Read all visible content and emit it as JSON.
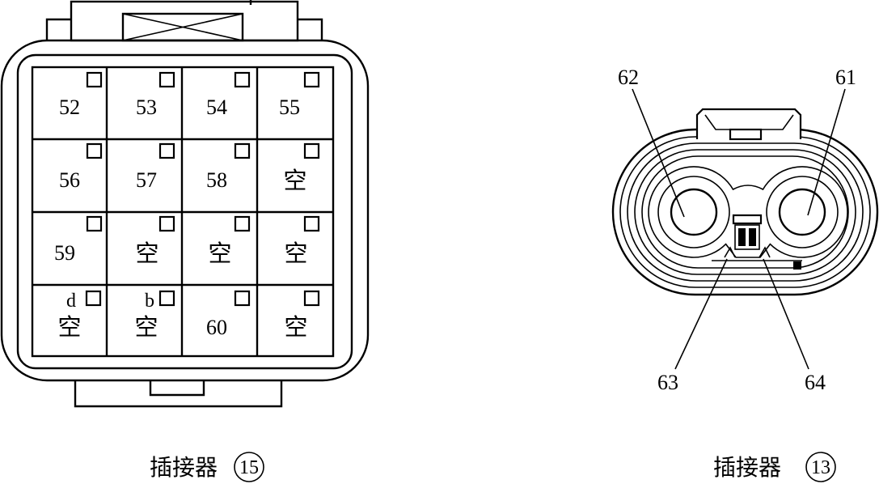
{
  "connector_15": {
    "caption": "插接器",
    "number": "15",
    "rows": [
      [
        {
          "label": "52"
        },
        {
          "label": "53"
        },
        {
          "label": "54"
        },
        {
          "label": "55"
        }
      ],
      [
        {
          "label": "56"
        },
        {
          "label": "57"
        },
        {
          "label": "58"
        },
        {
          "label": "空"
        }
      ],
      [
        {
          "label": "59"
        },
        {
          "label": "空"
        },
        {
          "label": "空"
        },
        {
          "label": "空"
        }
      ],
      [
        {
          "label": "空",
          "mark": "d"
        },
        {
          "label": "空",
          "mark": "b"
        },
        {
          "label": "60"
        },
        {
          "label": "空"
        }
      ]
    ]
  },
  "connector_13": {
    "caption": "插接器",
    "number": "13",
    "callouts": {
      "top_left": "62",
      "top_right": "61",
      "bottom_left": "63",
      "bottom_right": "64"
    }
  }
}
